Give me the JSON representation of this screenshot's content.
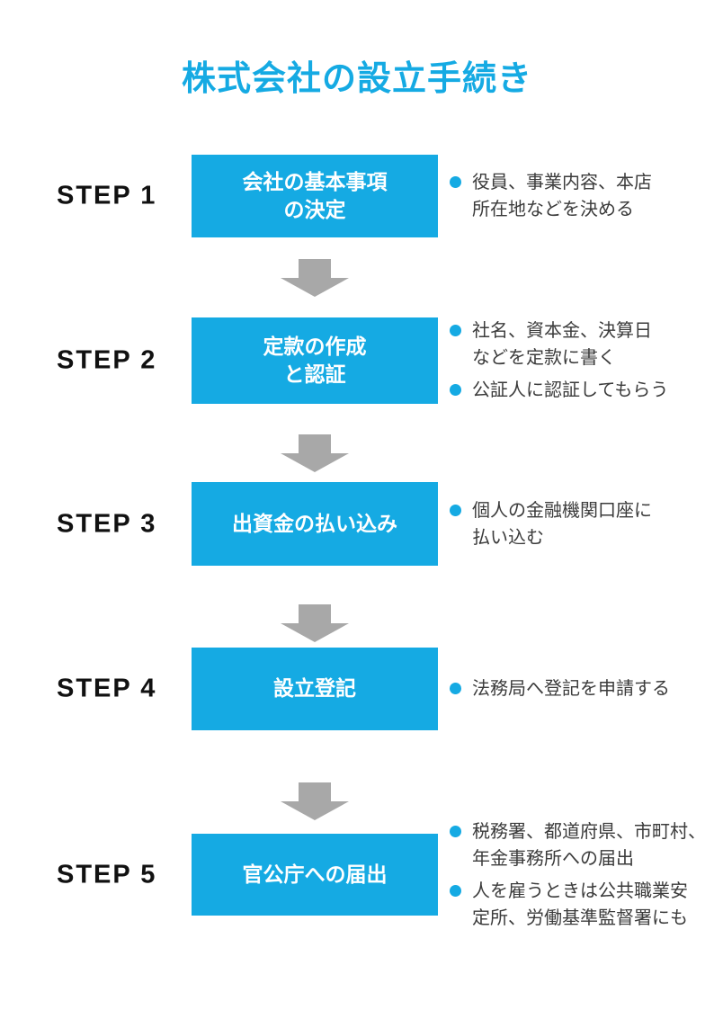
{
  "title": "株式会社の設立手続き",
  "colors": {
    "accent_blue": "#15AAE3",
    "arrow_gray": "#A8A8A8",
    "bullet_text": "#3B3B3B",
    "step_black": "#111111",
    "box_text_white": "#FFFFFF"
  },
  "icons": {
    "arrow": "down-block-arrow",
    "bullet": "filled-circle"
  },
  "steps": [
    {
      "label": "STEP 1",
      "box": "会社の基本事項\nの決定",
      "bullets": [
        "役員、事業内容、本店\n所在地などを決める"
      ]
    },
    {
      "label": "STEP 2",
      "box": "定款の作成\nと認証",
      "bullets": [
        "社名、資本金、決算日\nなどを定款に書く",
        "公証人に認証してもらう"
      ]
    },
    {
      "label": "STEP 3",
      "box": "出資金の払い込み",
      "bullets": [
        "個人の金融機関口座に\n払い込む"
      ]
    },
    {
      "label": "STEP 4",
      "box": "設立登記",
      "bullets": [
        "法務局へ登記を申請する"
      ]
    },
    {
      "label": "STEP 5",
      "box": "官公庁への届出",
      "bullets": [
        "税務署、都道府県、市町村、\n年金事務所への届出",
        "人を雇うときは公共職業安\n定所、労働基準監督署にも"
      ]
    }
  ]
}
